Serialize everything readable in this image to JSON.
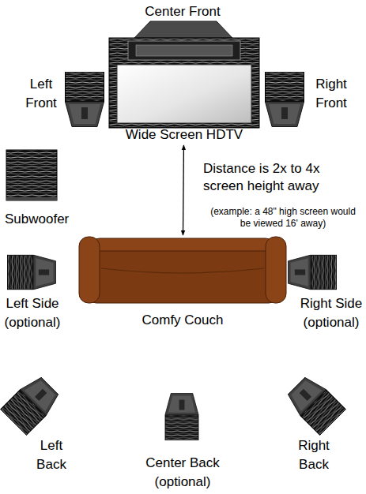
{
  "diagram": {
    "nodes": [
      {
        "text": [
          "Center Front"
        ]
      },
      {
        "text": [
          "Left Front"
        ]
      },
      {
        "text": [
          "Right Front"
        ]
      },
      {
        "text": [
          "Wide Screen HDTV"
        ]
      },
      {
        "text": [
          "Subwoofer"
        ]
      },
      {
        "text": [
          "Left Side (optional)"
        ]
      },
      {
        "text": [
          "Comfy Couch"
        ]
      },
      {
        "text": [
          "Right Side (optional)"
        ]
      },
      {
        "text": [
          "Left Back"
        ]
      },
      {
        "text": [
          "Center Back (optional)"
        ]
      },
      {
        "text": [
          "Right Back"
        ]
      }
    ],
    "edges": [
      {
        "from": 3,
        "to": 6,
        "arrow": "both",
        "label": "Distance is 2x to 4x screen height away"
      }
    ],
    "labels": [
      "(example: a 48\" high screen would be viewed 16' away)"
    ]
  }
}
